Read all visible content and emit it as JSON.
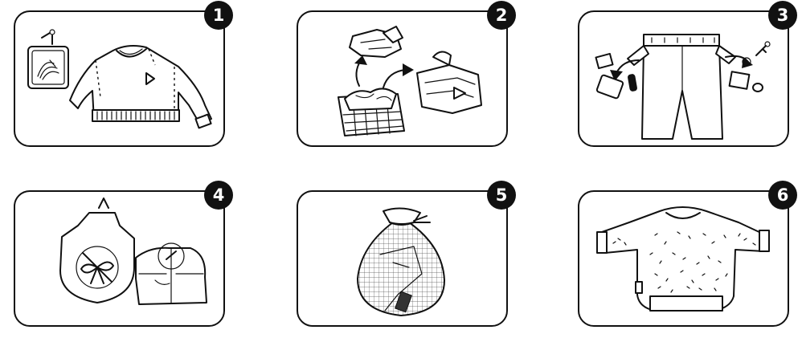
{
  "steps": [
    {
      "number": "1",
      "icon": "sweater-with-care-label-icon"
    },
    {
      "number": "2",
      "icon": "sorting-laundry-basket-icon"
    },
    {
      "number": "3",
      "icon": "empty-pockets-trousers-icon"
    },
    {
      "number": "4",
      "icon": "close-zippers-fasteners-icon"
    },
    {
      "number": "5",
      "icon": "mesh-laundry-bag-icon"
    },
    {
      "number": "6",
      "icon": "woolly-sweater-icon"
    }
  ]
}
